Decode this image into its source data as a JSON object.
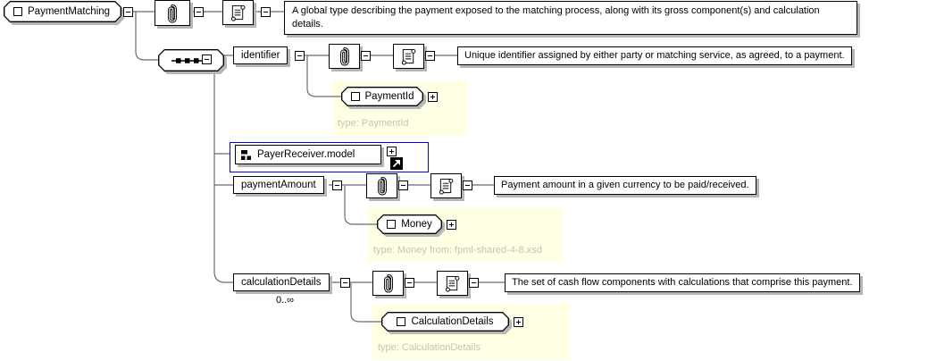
{
  "root": {
    "label": "PaymentMatching",
    "annotation": "A global type describing the payment exposed to the matching process, along with its gross component(s) and calculation details."
  },
  "nodes": {
    "identifier": {
      "label": "identifier",
      "annotation": "Unique identifier assigned by either party or matching service, as agreed, to a payment.",
      "type_label": "PaymentId",
      "type_text": "type: PaymentId"
    },
    "payer_receiver": {
      "label": "PayerReceiver.model"
    },
    "payment_amount": {
      "label": "paymentAmount",
      "annotation": "Payment amount in a given currency to be paid/received.",
      "type_label": "Money",
      "type_text": "type: Money from: fpml-shared-4-8.xsd"
    },
    "calculation_details": {
      "label": "calculationDetails",
      "occurrence": "0..∞",
      "annotation": "The set of cash flow components with calculations that comprise this payment.",
      "type_label": "CalculationDetails",
      "type_text": "type: CalculationDetails"
    }
  },
  "colors": {
    "connector_line": "#6b6b6b",
    "box_shadow": "#b6b6b6",
    "group_border": "#0000ee",
    "type_highlight_bg": "#ffffe4",
    "muted_type_text": "#c3c3b8"
  }
}
